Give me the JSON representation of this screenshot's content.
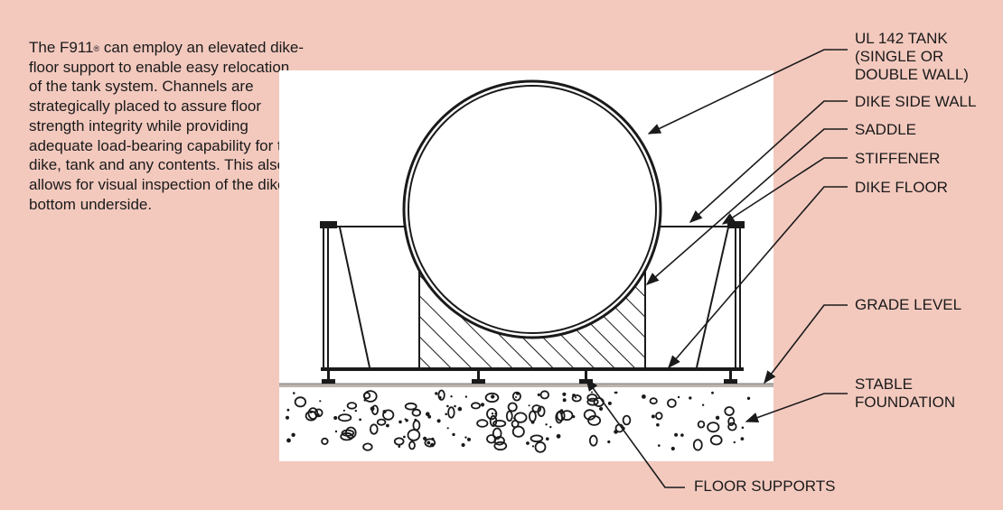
{
  "description": {
    "prefix": "The F911",
    "mark": "®",
    "body": " can employ an elevated dike-floor support to enable easy relocation of the tank system. Channels are strategically placed to assure floor strength integrity while providing adequate load-bearing capability for the dike, tank and any contents. This also allows for visual inspection of the dike bottom underside."
  },
  "labels": {
    "tank_line1": "UL 142 TANK",
    "tank_line2": "(SINGLE OR",
    "tank_line3": "DOUBLE WALL)",
    "dike_side_wall": "DIKE SIDE WALL",
    "saddle": "SADDLE",
    "stiffener": "STIFFENER",
    "dike_floor": "DIKE FLOOR",
    "grade_level": "GRADE LEVEL",
    "foundation_line1": "STABLE",
    "foundation_line2": "FOUNDATION",
    "floor_supports": "FLOOR SUPPORTS"
  },
  "colors": {
    "background": "#f3c9be",
    "panel": "#ffffff",
    "line": "#1a1a1a"
  }
}
